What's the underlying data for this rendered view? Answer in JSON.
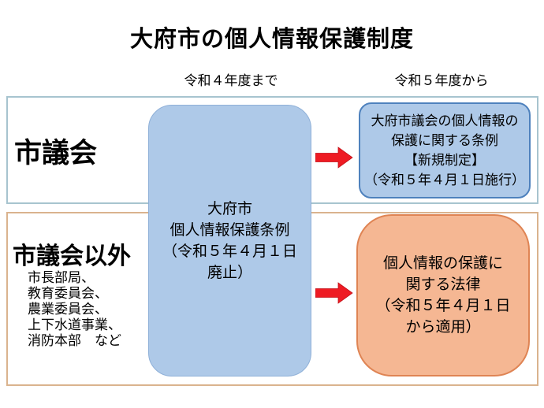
{
  "title": "大府市の個人情報保護制度",
  "columns": {
    "before": "令和４年度まで",
    "after": "令和５年度から"
  },
  "rows": {
    "council": {
      "label": "市議会"
    },
    "non_council": {
      "label": "市議会以外",
      "items": [
        "市長部局、",
        "教育委員会、",
        "農業委員会、",
        "上下水道事業、",
        "消防本部　など"
      ]
    }
  },
  "boxes": {
    "old_ordinance": {
      "lines": [
        "大府市",
        "個人情報保護条例",
        "（令和５年４月１日",
        "廃止）"
      ]
    },
    "council_ordinance": {
      "lines": [
        "大府市議会の個人情報の",
        "保護に関する条例",
        "【新規制定】",
        "（令和５年４月１日施行）"
      ]
    },
    "national_law": {
      "lines": [
        "個人情報の保護に",
        "関する法律",
        "（令和５年４月１日",
        "から適用）"
      ]
    }
  },
  "icons": {
    "arrow_right": "➡"
  },
  "colors": {
    "box_blue_fill": "#aec9e8",
    "box_blue_border": "#4e81bd",
    "box_orange_fill": "#f5b793",
    "box_orange_border": "#df8454",
    "frame_blue_border": "#a7c4cf",
    "frame_tan_border": "#dab38e",
    "arrow_red": "#ee1b23",
    "text": "#000000"
  }
}
